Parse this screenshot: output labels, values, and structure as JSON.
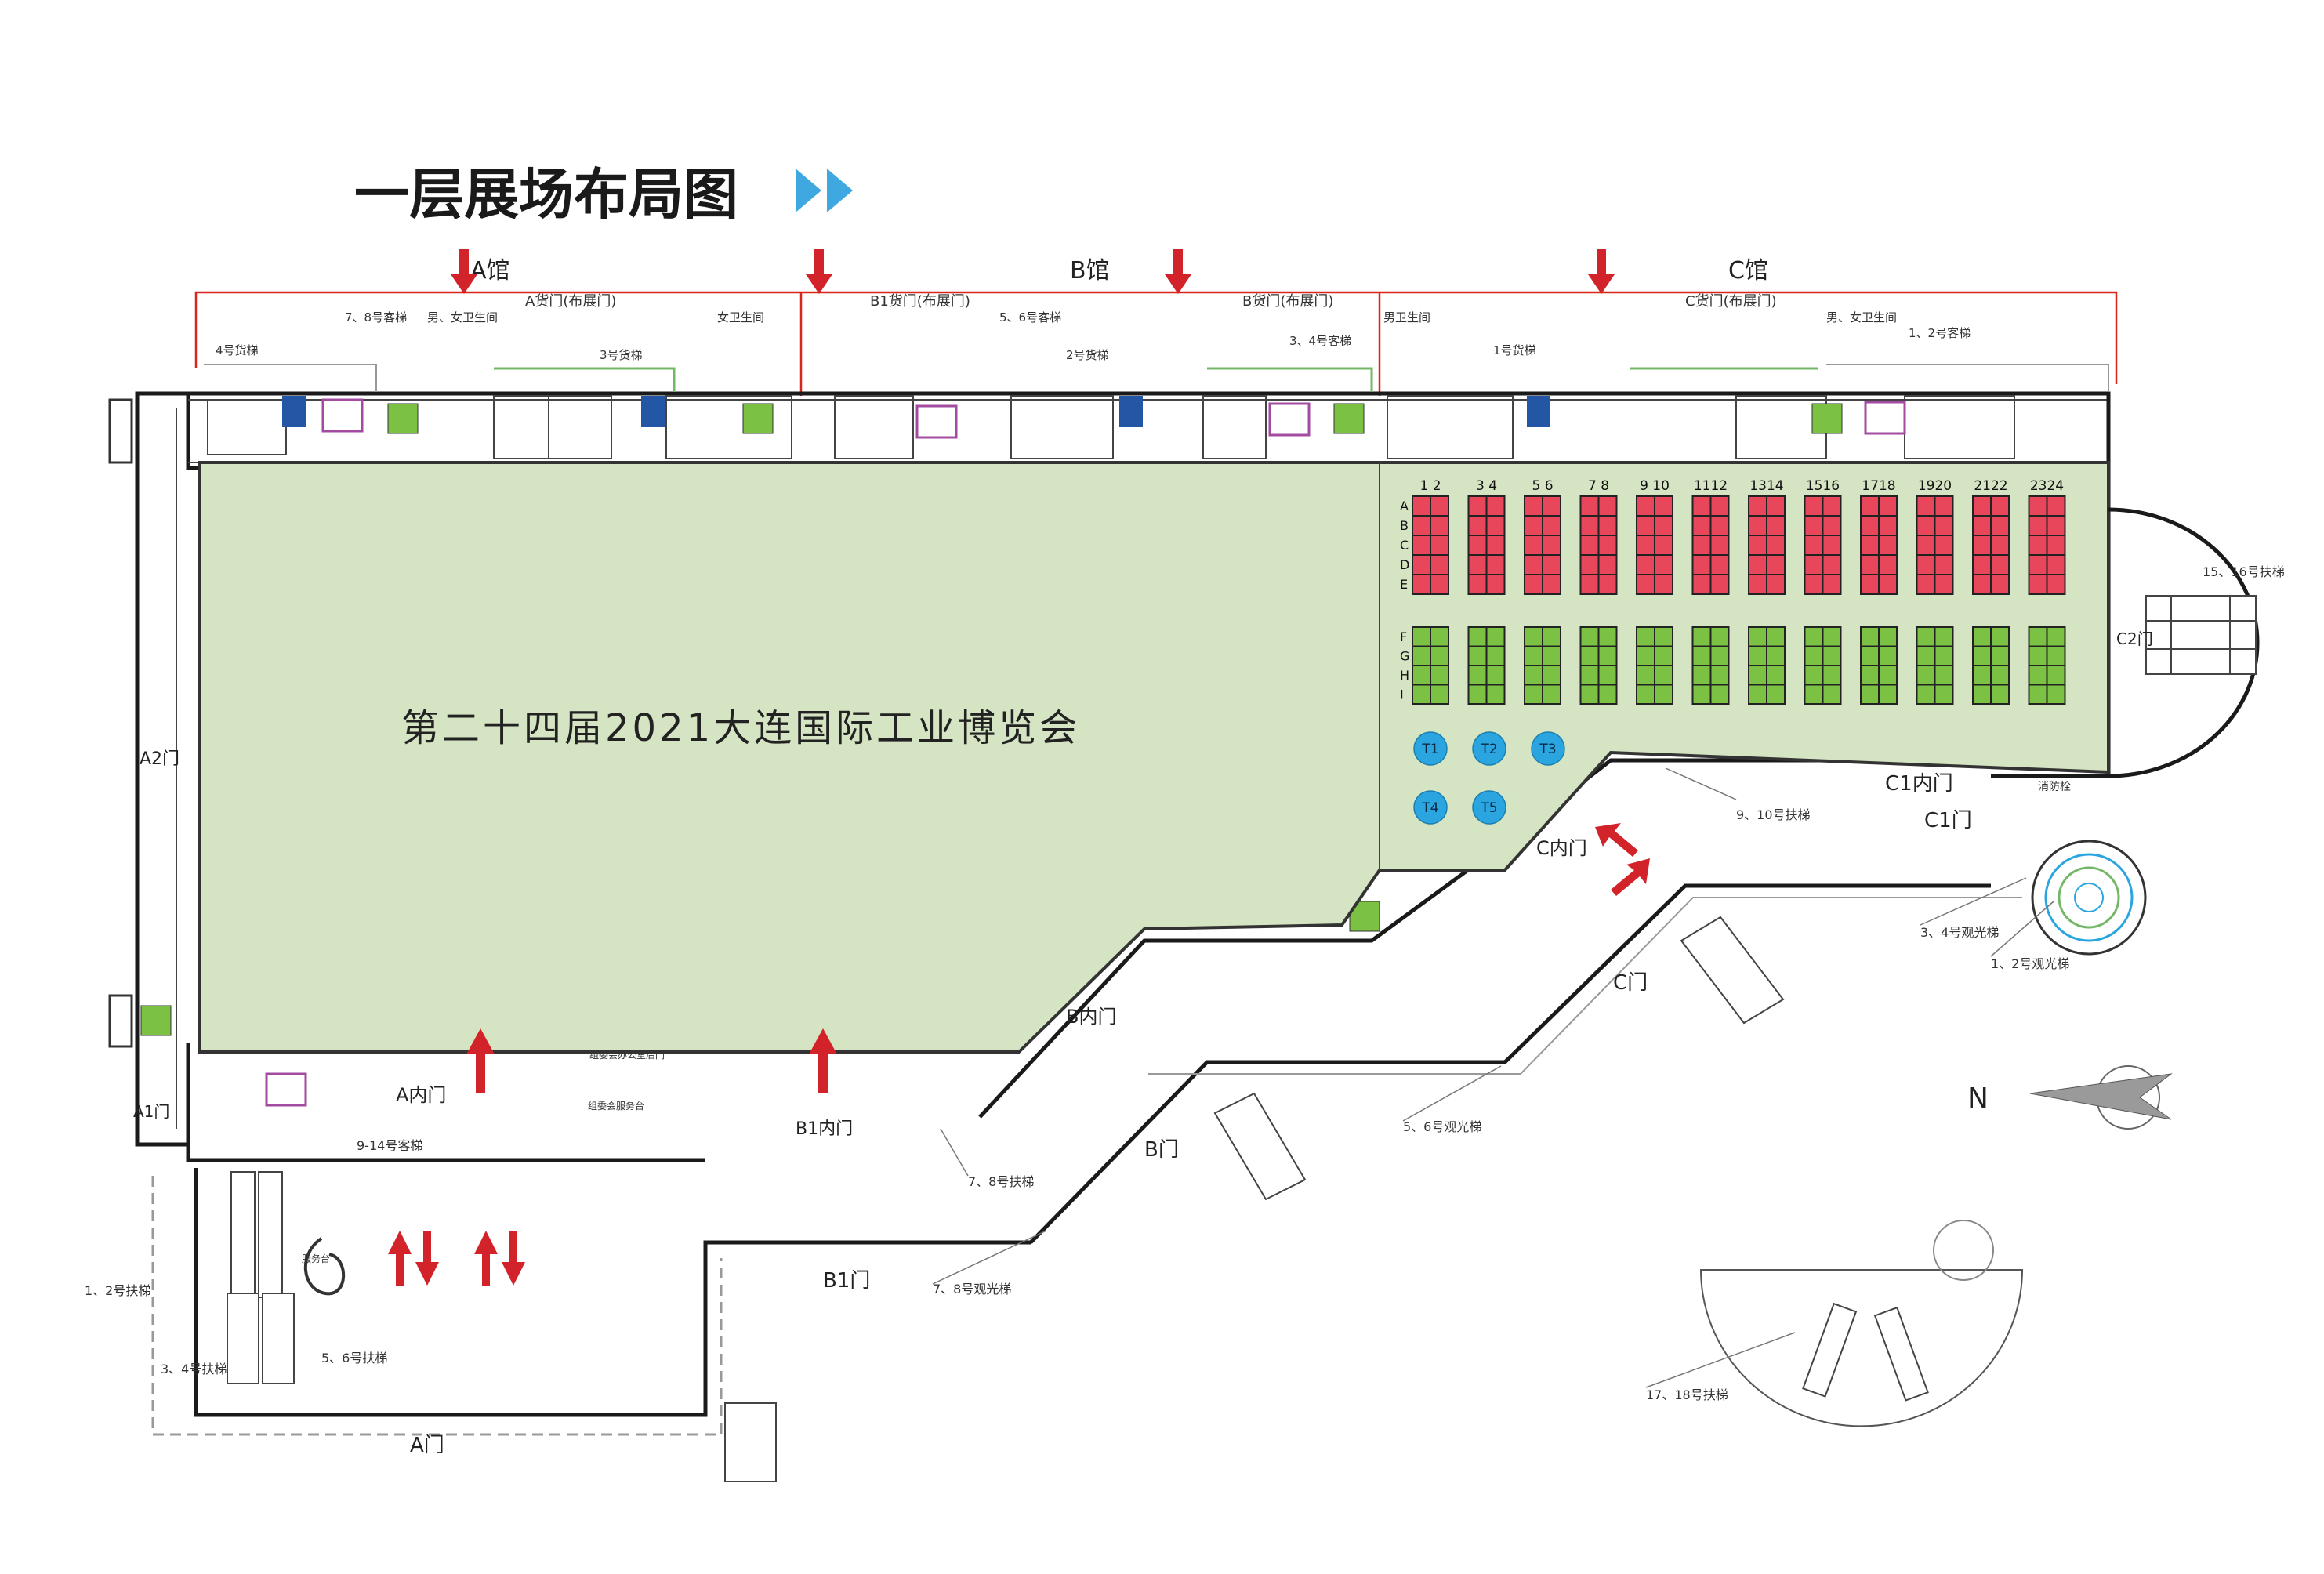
{
  "title": "一层展场布局图",
  "exhibition_name": "第二十四届2021大连国际工业博览会",
  "halls": [
    {
      "id": "A",
      "label": "A馆"
    },
    {
      "id": "B",
      "label": "B馆"
    },
    {
      "id": "C",
      "label": "C馆"
    }
  ],
  "top_labels": {
    "a_cargo": "A货门(布展门)",
    "b1_cargo": "B1货门(布展门)",
    "b_cargo": "B货门(布展门)",
    "c_cargo": "C货门(布展门)",
    "wc1": "男、女卫生间",
    "wc2": "女卫生间",
    "wc3": "男卫生间",
    "wc4": "男、女卫生间",
    "lift_4": "4号货梯",
    "lift_78": "7、8号客梯",
    "lift_3": "3号货梯",
    "lift_56": "5、6号客梯",
    "lift_2": "2号货梯",
    "lift_34": "3、4号客梯",
    "lift_1": "1号货梯",
    "lift_12": "1、2号客梯"
  },
  "doors": {
    "a2": "A2门",
    "a1": "A1门",
    "a_inner": "A内门",
    "b1_inner": "B1内门",
    "b_inner": "B内门",
    "c_inner": "C内门",
    "c1_inner": "C1内门",
    "c1": "C1门",
    "c": "C门",
    "b": "B门",
    "b1": "B1门",
    "a": "A门",
    "c2": "C2门"
  },
  "facilities": {
    "esc_1516": "15、16号扶梯",
    "esc_910": "9、10号扶梯",
    "hydrant": "消防栓",
    "obs_34": "3、4号观光梯",
    "obs_12": "1、2号观光梯",
    "obs_56": "5、6号观光梯",
    "esc_78": "7、8号扶梯",
    "obs_78": "7、8号观光梯",
    "lift_914": "9-14号客梯",
    "esc_12": "1、2号扶梯",
    "esc_34": "3、4号扶梯",
    "esc_56": "5、6号扶梯",
    "esc_1718": "17、18号扶梯",
    "office": "组委会办公室后门",
    "service": "组委会服务台",
    "service2": "服务台",
    "compass": "N"
  },
  "booth_columns": [
    "1 2",
    "3 4",
    "5 6",
    "7 8",
    "9 10",
    "1112",
    "1314",
    "1516",
    "1718",
    "1920",
    "2122",
    "2324"
  ],
  "booth_rows_red": [
    "A",
    "B",
    "C",
    "D",
    "E"
  ],
  "booth_rows_green": [
    "F",
    "G",
    "H",
    "I"
  ],
  "round_booths": [
    "T1",
    "T2",
    "T3",
    "T4",
    "T5"
  ],
  "colors": {
    "floor_green": "#d5e4c3",
    "booth_red": "#e8465a",
    "booth_green": "#7bc143",
    "round_blue": "#2aa5df",
    "arrow_red": "#d3232a",
    "title_arrow": "#3fa8e0"
  }
}
